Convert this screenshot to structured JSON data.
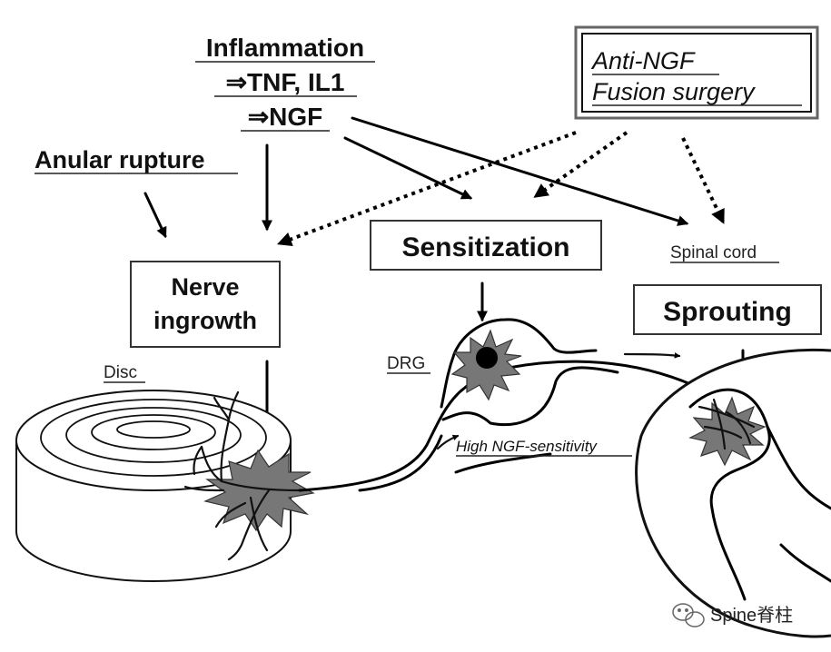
{
  "labels": {
    "inflammation_line1": "Inflammation",
    "inflammation_line2": "⇒TNF, IL1",
    "inflammation_line3": "⇒NGF",
    "anular_rupture": "Anular rupture",
    "anti_ngf_line1": "Anti-NGF",
    "anti_ngf_line2": "Fusion surgery",
    "nerve_ingrowth_line1": "Nerve",
    "nerve_ingrowth_line2": "ingrowth",
    "sensitization": "Sensitization",
    "spinal_cord": "Spinal cord",
    "sprouting": "Sprouting",
    "disc": "Disc",
    "drg": "DRG",
    "high_ngf_sensitivity": "High NGF-sensitivity"
  },
  "watermark": {
    "text": "Spine脊柱",
    "icon": "wechat-icon"
  },
  "colors": {
    "line": "#000000",
    "pain_star": "#777777",
    "box_border": "#333333",
    "background": "#ffffff"
  }
}
